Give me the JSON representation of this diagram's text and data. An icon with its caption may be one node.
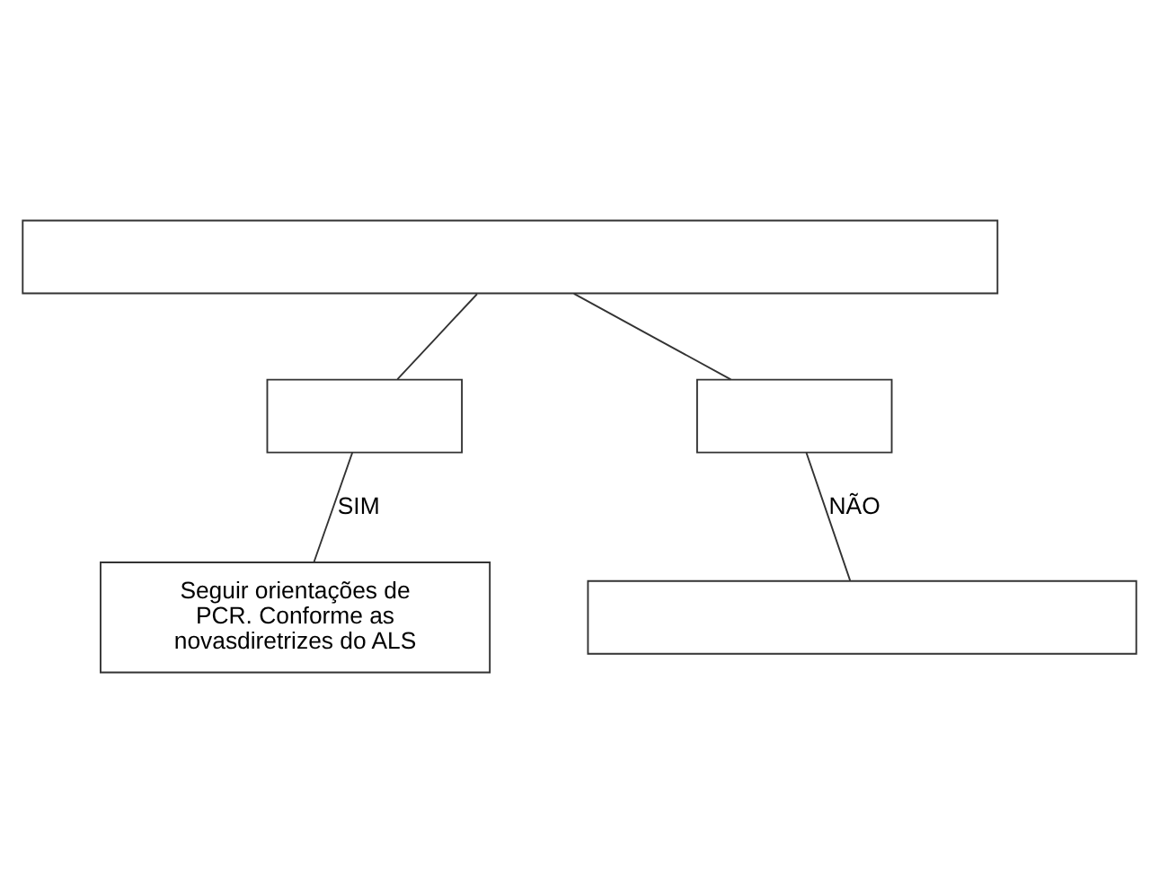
{
  "diagram": {
    "nodes": [
      {
        "text": [],
        "shape": "box"
      },
      {
        "text": [],
        "shape": "box"
      },
      {
        "text": [],
        "shape": "box"
      },
      {
        "text": [
          "Seguir orientações de PCR. Conforme as novasdiretrizes do ALS"
        ]
      },
      {
        "text": [],
        "shape": "box"
      }
    ],
    "edges": [
      {
        "from": 0,
        "to": 1,
        "arrow": "none"
      },
      {
        "from": 0,
        "to": 2,
        "arrow": "none"
      },
      {
        "from": 1,
        "to": 3,
        "label": "SIM",
        "arrow": "none"
      },
      {
        "from": 2,
        "to": 4,
        "label": "NÃO",
        "arrow": "none"
      }
    ]
  }
}
